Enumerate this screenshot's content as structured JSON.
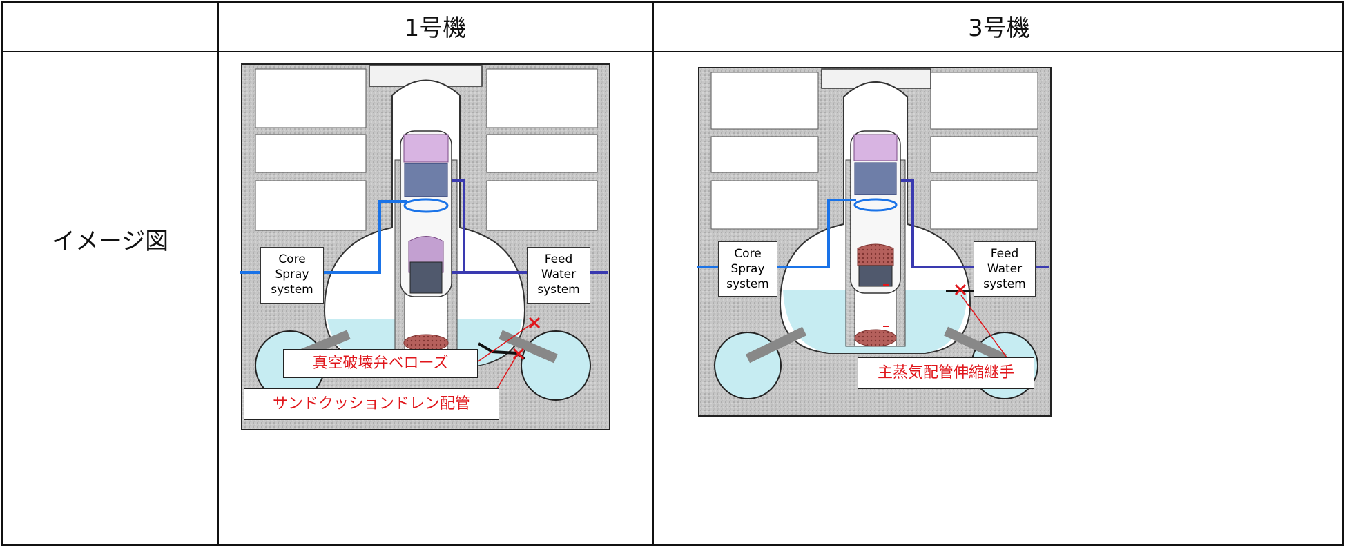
{
  "table": {
    "col1_header": "1号機",
    "col3_header": "3号機",
    "row_label": "イメージ図"
  },
  "unit1": {
    "left_box": [
      "Core",
      "Spray",
      "system"
    ],
    "right_box": [
      "Feed",
      "Water",
      "system"
    ],
    "callout_1": "真空破壊弁ベローズ",
    "callout_2": "サンドクッションドレン配管"
  },
  "unit3": {
    "left_box": [
      "Core",
      "Spray",
      "system"
    ],
    "right_box": [
      "Feed",
      "Water",
      "system"
    ],
    "callout_1": "主蒸気配管伸縮継手"
  },
  "colors": {
    "concrete": "#c9c9c9",
    "water": "#c6ecf2",
    "pipe_blue": "#1a73e8",
    "pipe_dark": "#3a3ab0",
    "core_purple": "#9c6fa3",
    "debris": "#a9514f",
    "callout_red": "#e0161b"
  }
}
